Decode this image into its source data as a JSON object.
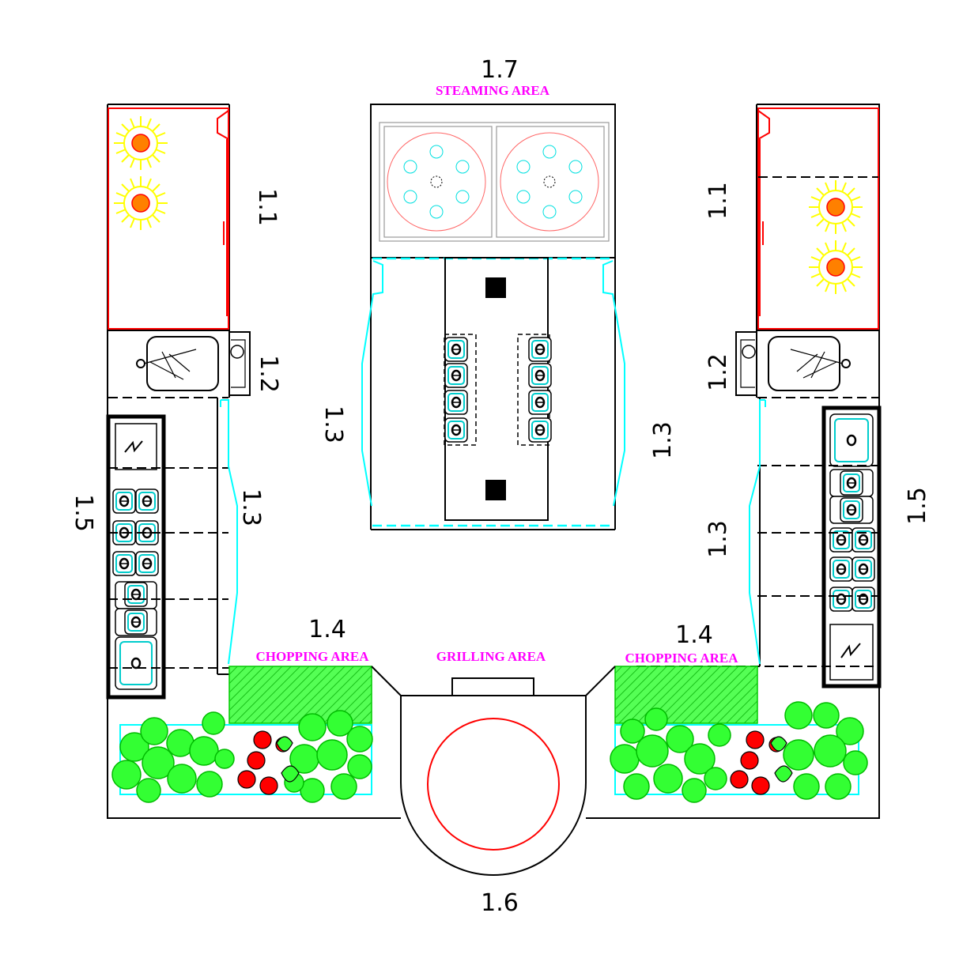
{
  "labels": {
    "steaming_number": "1.7",
    "steaming_area": "STEAMING AREA",
    "hob_left": "1.1",
    "hob_right": "1.1",
    "sink_left": "1.2",
    "sink_right": "1.2",
    "island_left": "1.3",
    "island_right": "1.3",
    "counter_left": "1.3",
    "counter_right": "1.3",
    "storage_left": "1.5",
    "storage_right": "1.5",
    "chopping_left_number": "1.4",
    "chopping_right_number": "1.4",
    "chopping_area_left": "CHOPPING AREA",
    "chopping_area_right": "CHOPPING AREA",
    "grilling_area": "GRILLING AREA",
    "grill_number": "1.6"
  },
  "colors": {
    "outline": "#000000",
    "appliance": "#ff0000",
    "fixture": "#00ffff",
    "area_label": "#ff00ff",
    "chopping_hatch": "#00ff00",
    "burner": "#ff8000",
    "flame": "#ffff00",
    "plants": "#33ff33",
    "tomato": "#ff0000"
  }
}
